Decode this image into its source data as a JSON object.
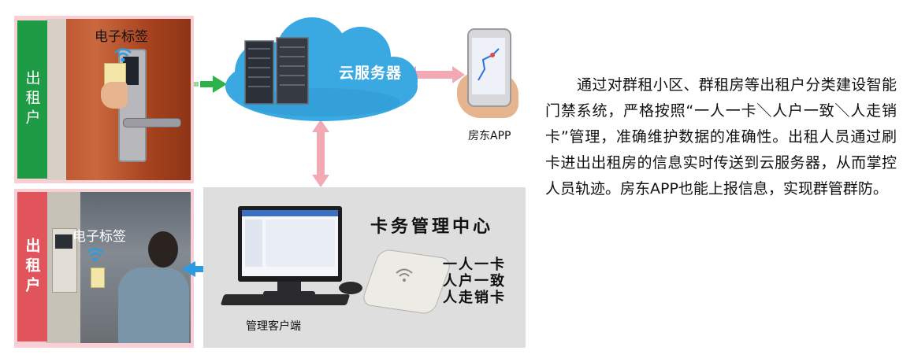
{
  "tenant_top": {
    "label": "出租户",
    "etag": "电子标签"
  },
  "tenant_bottom": {
    "label": "出租户",
    "etag": "电子标签"
  },
  "cloud": {
    "label": "云服务器"
  },
  "phone": {
    "label": "房东APP"
  },
  "management": {
    "title": "卡务管理中心",
    "client_label": "管理客户端",
    "slogan": [
      "一人一卡",
      "人户一致",
      "人走销卡"
    ]
  },
  "description": "通过对群租小区、群租房等出租户分类建设智能门禁系统，严格按照“一人一卡＼人户一致＼人走销卡”管理，准确维护数据的准确性。出租人员通过刷卡进出出租房的信息实时传送到云服务器，从而掌控人员轨迹。房东APP也能上报信息，实现群管群防。",
  "colors": {
    "cloud": "#3aa9e2",
    "tag_green": "#1f9a45",
    "tag_red": "#e2545c",
    "panel_pink": "#f9cfd6",
    "arrow_pink": "#f2a9b4",
    "arrow_green": "#2db24a",
    "arrow_blue": "#2c9be0"
  },
  "icons": [
    "wifi-icon",
    "server-icon",
    "cloud-icon",
    "phone-icon",
    "monitor-icon",
    "card-reader-icon",
    "door-lock-icon"
  ]
}
